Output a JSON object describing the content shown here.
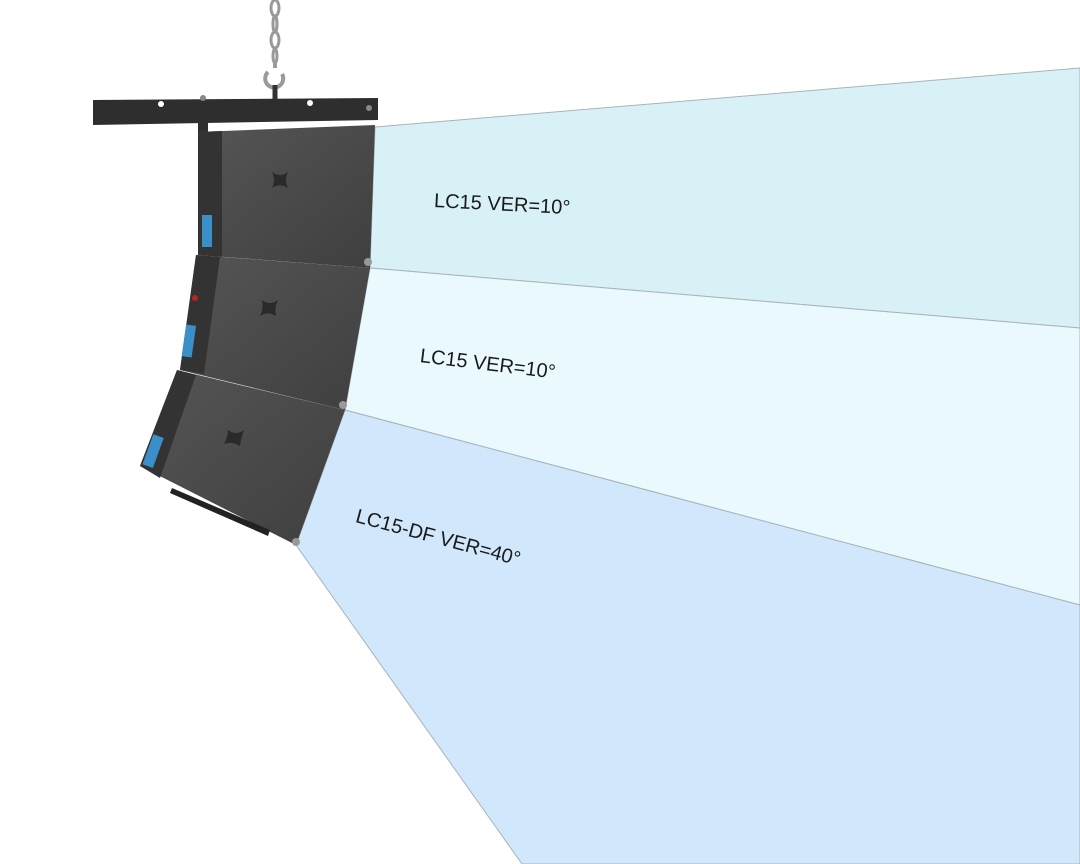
{
  "beams": [
    {
      "label": "LC15 VER=10°",
      "model": "LC15",
      "vertical_angle_deg": 10,
      "color": "#d8f1f6"
    },
    {
      "label": "LC15 VER=10°",
      "model": "LC15",
      "vertical_angle_deg": 10,
      "color": "#e9f9fd"
    },
    {
      "label": "LC15-DF VER=40°",
      "model": "LC15-DF",
      "vertical_angle_deg": 40,
      "color": "#d1e7fb"
    }
  ],
  "colors": {
    "cabinet": "#4a4a4a",
    "rigging": "#2e2e2e",
    "beam_edge": "#a9b4b8",
    "connector": "#3a8fc8"
  }
}
